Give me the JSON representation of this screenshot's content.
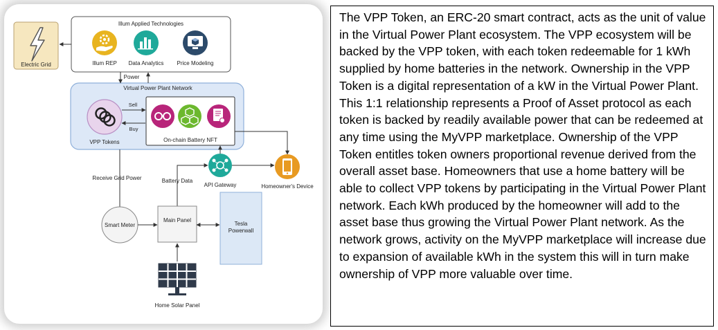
{
  "diagram": {
    "nodes": {
      "electric_grid": "Electric Grid",
      "illum_group": "Illum Applied Technologies",
      "illum_rep": "Illum REP",
      "data_analytics": "Data Analytics",
      "price_modeling": "Price Modeling",
      "vpp_network": "Virtual Power Plant Network",
      "vpp_tokens": "VPP Tokens",
      "battery_nft": "On-chain Battery NFT",
      "api_gateway": "API Gateway",
      "homeowner_device": "Homeowner's Device",
      "smart_meter": "Smart Meter",
      "main_panel": "Main Panel",
      "tesla_line1": "Tesla",
      "tesla_line2": "Powerwall",
      "home_solar": "Home Solar Panel"
    },
    "edges": {
      "power": "Power",
      "sell": "Sell",
      "buy": "Buy",
      "receive_grid_power": "Receive Grid Power",
      "battery_data": "Battery Data"
    }
  },
  "description": "The VPP Token, an ERC-20 smart contract, acts as the unit of value in the Virtual Power Plant ecosystem. The VPP ecosystem will be backed by the VPP token, with each token redeemable for 1 kWh supplied by home batteries in the network. Ownership in the VPP Token is a digital representation of a kW in the Virtual Power Plant. This 1:1 relationship represents a Proof of Asset protocol as each token is backed by readily available power that can be redeemed at any time using the MyVPP marketplace. Ownership of the VPP Token entitles token owners proportional revenue derived from the overall asset base. Homeowners that use a home battery will be able to collect VPP tokens by participating in the Virtual Power Plant network. Each kWh produced by the homeowner will add to the asset base thus growing the Virtual Power Plant network. As the network grows, activity on the MyVPP marketplace will increase due to expansion of available kWh in the system this will in turn make ownership of VPP more valuable over time.",
  "colors": {
    "gold": "#e8b420",
    "teal": "#1fa99a",
    "navy": "#2c4a6a",
    "magenta": "#b8257a",
    "green": "#6cb82e",
    "network_fill": "#dde8f7",
    "network_border": "#8fb0da",
    "grid_fill": "#f6e7bf",
    "tesla_fill": "#dce8f6",
    "orange": "#e89a22"
  },
  "icons": {
    "electric_grid": "lightning-bolt-icon",
    "illum_rep": "hand-gear-icon",
    "data_analytics": "bar-chart-icon",
    "price_modeling": "monitor-cube-icon",
    "vpp_tokens": "coins-icon",
    "nft_1": "link-icon",
    "nft_2": "cubes-icon",
    "nft_3": "certificate-icon",
    "api_gateway": "network-icon",
    "homeowner_device": "smartphone-icon",
    "home_solar": "solar-panel-icon"
  }
}
